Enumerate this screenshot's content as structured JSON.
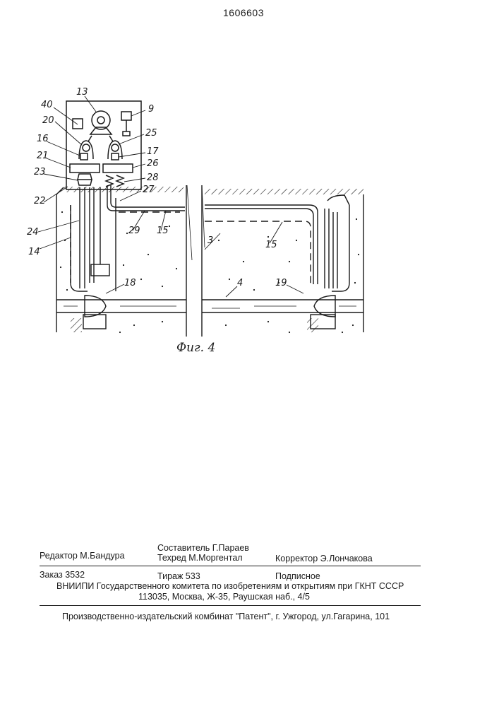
{
  "header": {
    "patent_number": "1606603"
  },
  "figure": {
    "caption": "Фиг. 4",
    "labels": [
      "13",
      "40",
      "9",
      "20",
      "25",
      "16",
      "17",
      "21",
      "26",
      "23",
      "28",
      "22",
      "27",
      "24",
      "29",
      "15",
      "3",
      "14",
      "18",
      "4",
      "19"
    ]
  },
  "imprint": {
    "editor": "Редактор  М.Бандура",
    "compiler": "Составитель  Г.Параев",
    "techred": "Техред М.Моргентал",
    "corrector": "Корректор  Э.Лончакова",
    "order": "Заказ  3532",
    "circulation": "Тираж 533",
    "subscription": "Подписное",
    "org_line": "ВНИИПИ Государственного комитета по изобретениям и открытиям при ГКНТ СССР",
    "address": "113035, Москва, Ж-35, Раушская наб., 4/5",
    "publisher": "Производственно-издательский комбинат \"Патент\", г. Ужгород, ул.Гагарина, 101"
  }
}
